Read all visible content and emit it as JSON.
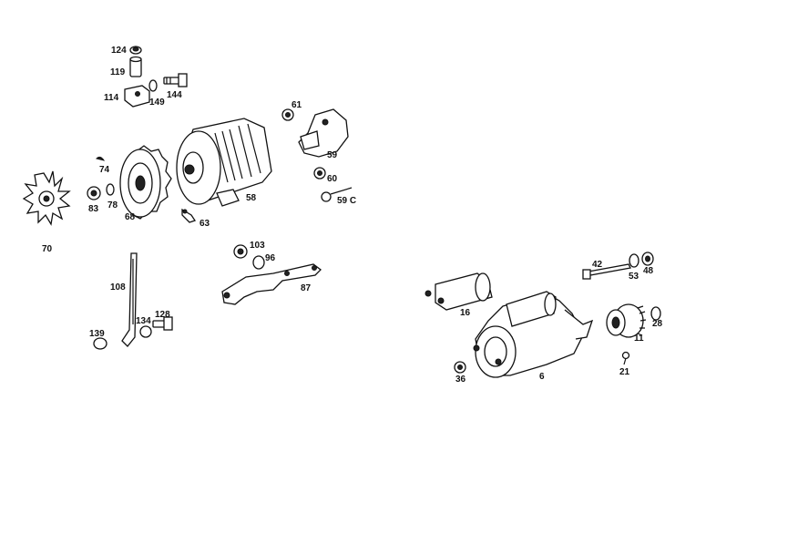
{
  "labels": {
    "l124": "124",
    "l119": "119",
    "l114": "114",
    "l149": "149",
    "l144": "144",
    "l61": "61",
    "l59": "59",
    "l60": "60",
    "l59c": "59 C",
    "l74": "74",
    "l83": "83",
    "l78": "78",
    "l68": "68",
    "l63": "63",
    "l58": "58",
    "l70": "70",
    "l103": "103",
    "l96": "96",
    "l87": "87",
    "l108": "108",
    "l134": "134",
    "l128": "128",
    "l139": "139",
    "l42": "42",
    "l53": "53",
    "l48": "48",
    "l16": "16",
    "l28": "28",
    "l11": "11",
    "l36": "36",
    "l6": "6",
    "l21": "21"
  }
}
